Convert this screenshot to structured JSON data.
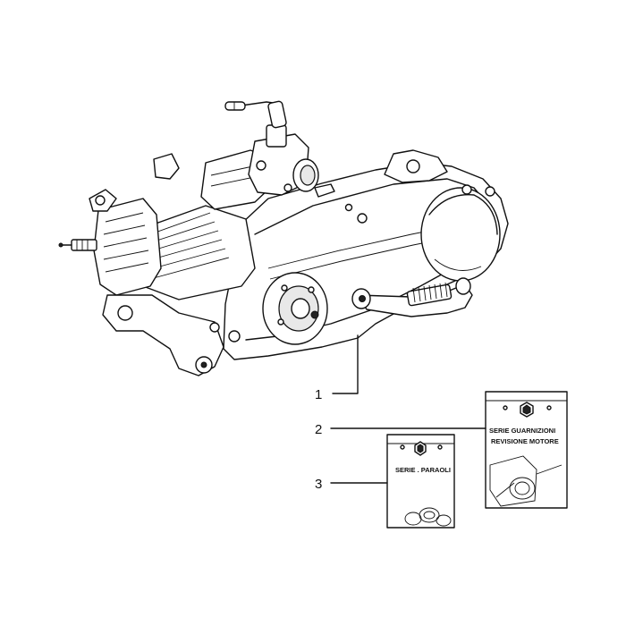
{
  "callouts": [
    {
      "id": "1",
      "label": "1"
    },
    {
      "id": "2",
      "label": "2"
    },
    {
      "id": "3",
      "label": "3"
    }
  ],
  "kits": {
    "gasket_set": {
      "line1": "SERIE GUARNIZIONI",
      "line2": "REVISIONE MOTORE"
    },
    "oil_seal_set": {
      "line1": "SERIE . PARAOLI"
    }
  }
}
